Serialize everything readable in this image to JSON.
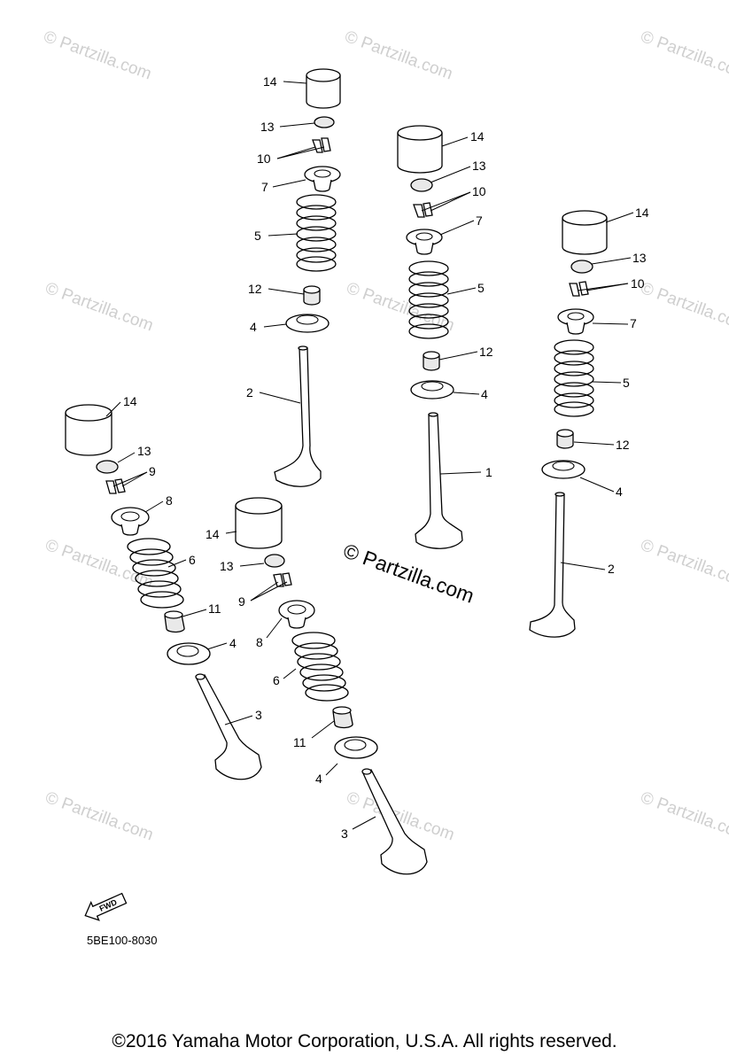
{
  "watermark": "© Partzilla.com",
  "center_watermark": "© Partzilla.com",
  "diagram_code": "5BE100-8030",
  "fwd_label": "FWD",
  "copyright": "©2016 Yamaha Motor Corporation, U.S.A. All rights reserved.",
  "callouts": {
    "a14": "14",
    "a13": "13",
    "a10": "10",
    "a7": "7",
    "a5": "5",
    "a12": "12",
    "a4": "4",
    "a2": "2",
    "b14": "14",
    "b13": "13",
    "b10": "10",
    "b7": "7",
    "b5": "5",
    "b12": "12",
    "b4": "4",
    "b1": "1",
    "c14": "14",
    "c13": "13",
    "c10": "10",
    "c7": "7",
    "c5": "5",
    "c12": "12",
    "c4": "4",
    "c2": "2",
    "d14": "14",
    "d13": "13",
    "d9": "9",
    "d8": "8",
    "d6": "6",
    "d11": "11",
    "d4": "4",
    "d3": "3",
    "e14": "14",
    "e13": "13",
    "e9": "9",
    "e8": "8",
    "e6": "6",
    "e11": "11",
    "e4": "4",
    "e3": "3"
  }
}
